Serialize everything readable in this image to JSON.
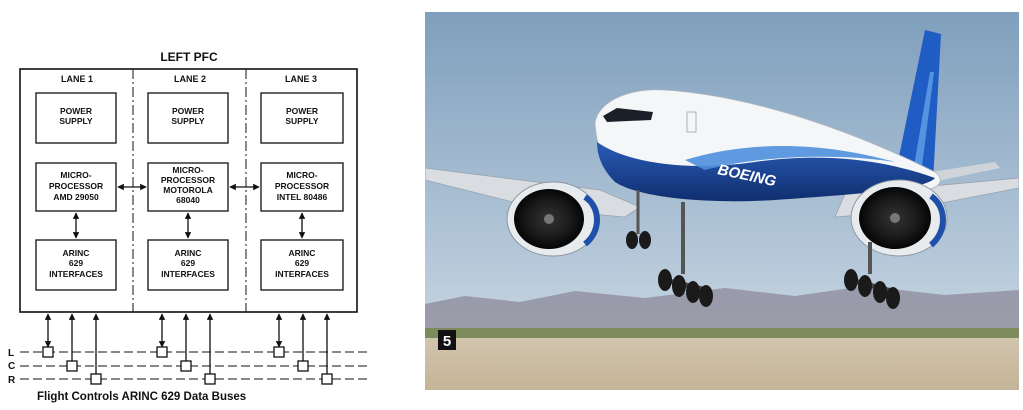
{
  "diagram": {
    "title": "LEFT PFC",
    "lanes": [
      {
        "label": "LANE 1",
        "power": [
          "POWER",
          "SUPPLY"
        ],
        "processor": [
          "MICRO-",
          "PROCESSOR",
          "AMD 29050"
        ],
        "arinc": [
          "ARINC",
          "629",
          "INTERFACES"
        ]
      },
      {
        "label": "LANE 2",
        "power": [
          "POWER",
          "SUPPLY"
        ],
        "processor": [
          "MICRO-",
          "PROCESSOR",
          "MOTOROLA",
          "68040"
        ],
        "arinc": [
          "ARINC",
          "629",
          "INTERFACES"
        ]
      },
      {
        "label": "LANE 3",
        "power": [
          "POWER",
          "SUPPLY"
        ],
        "processor": [
          "MICRO-",
          "PROCESSOR",
          "INTEL 80486"
        ],
        "arinc": [
          "ARINC",
          "629",
          "INTERFACES"
        ]
      }
    ],
    "buses": [
      "L",
      "C",
      "R"
    ],
    "caption": "Flight Controls ARINC 629 Data Buses"
  },
  "photo": {
    "livery_text": "BOEING",
    "runway_marker": "5",
    "colors": {
      "sky_top": "#7f9fbd",
      "sky_bottom": "#c9d8e4",
      "fuselage": "#f4f6f8",
      "livery_blue": "#1f4fa8",
      "ground": "#cdbfa6"
    }
  }
}
